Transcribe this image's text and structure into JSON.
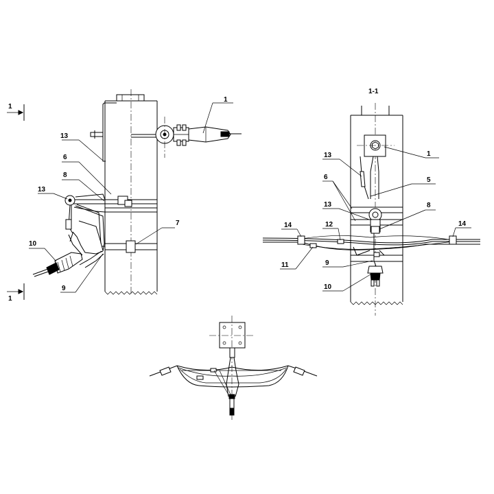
{
  "section_label": "1-1",
  "section_marks": [
    "1",
    "1"
  ],
  "left_view": {
    "callouts": [
      "1",
      "13",
      "6",
      "8",
      "13",
      "10",
      "9",
      "7"
    ]
  },
  "right_view": {
    "callouts": [
      "1",
      "13",
      "5",
      "6",
      "8",
      "13",
      "12",
      "14",
      "14",
      "11",
      "9",
      "10"
    ]
  }
}
